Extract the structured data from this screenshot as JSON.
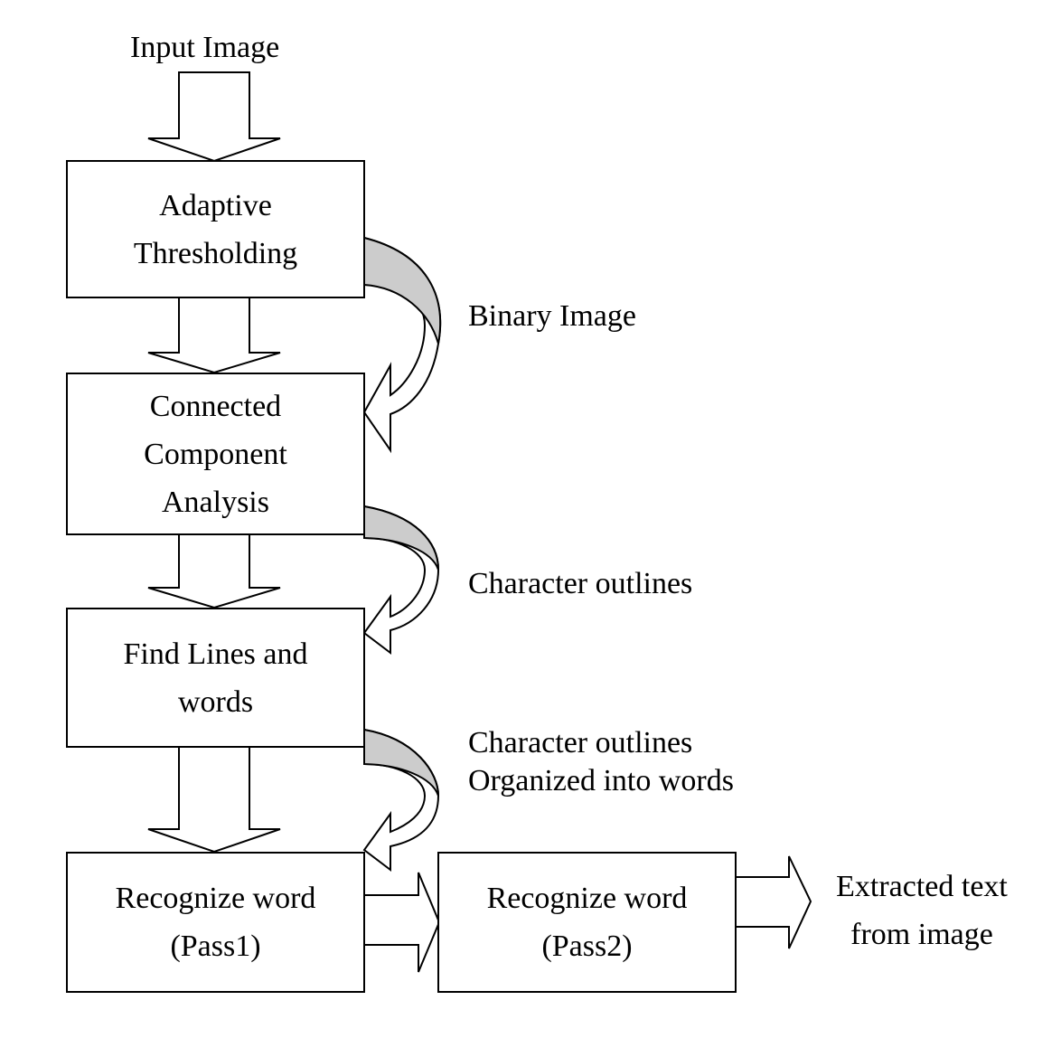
{
  "input_label": "Input Image",
  "boxes": [
    {
      "id": "adaptive-thresholding",
      "text": "Adaptive\nThresholding"
    },
    {
      "id": "connected-component-analysis",
      "text": "Connected\nComponent\nAnalysis"
    },
    {
      "id": "find-lines-and-words",
      "text": "Find Lines and\nwords"
    },
    {
      "id": "recognize-word-pass1",
      "text": "Recognize word\n(Pass1)"
    },
    {
      "id": "recognize-word-pass2",
      "text": "Recognize word\n(Pass2)"
    }
  ],
  "side_labels": {
    "binary_image": "Binary Image",
    "character_outlines": "Character outlines",
    "character_outlines_words": "Character outlines\nOrganized into words"
  },
  "output_label": "Extracted text\nfrom image",
  "colors": {
    "stroke": "#000000",
    "curved_arrow_shade": "#cccccc",
    "background": "#ffffff"
  }
}
